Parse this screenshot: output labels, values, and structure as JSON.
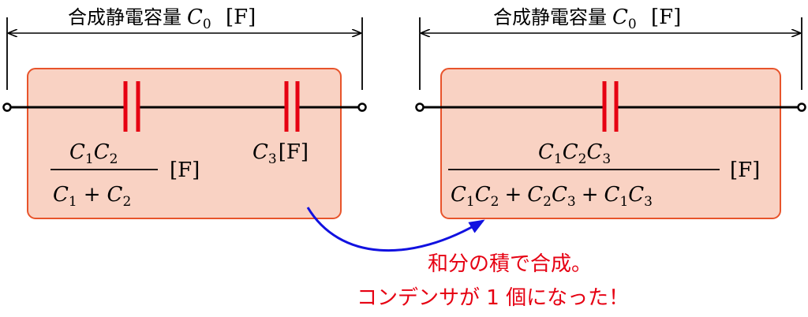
{
  "colors": {
    "box_fill": "#f9d2c3",
    "box_stroke": "#e8542b",
    "capacitor": "#e60012",
    "wire": "#000000",
    "arrow": "#1111e0",
    "caption": "#e60012"
  },
  "left": {
    "header": {
      "prefix": "合成静電容量",
      "symbol": "C",
      "sub": "0",
      "unit": "[F]"
    },
    "fraction": {
      "numerator": [
        {
          "s": "C",
          "sub": "1"
        },
        {
          "s": "C",
          "sub": "2"
        }
      ],
      "denominator": [
        {
          "s": "C",
          "sub": "1"
        },
        {
          "op": "+"
        },
        {
          "s": "C",
          "sub": "2"
        }
      ],
      "unit": "[F]"
    },
    "c3_label": {
      "symbol": "C",
      "sub": "3",
      "unit": "[F]"
    }
  },
  "right": {
    "header": {
      "prefix": "合成静電容量",
      "symbol": "C",
      "sub": "0",
      "unit": "[F]"
    },
    "fraction": {
      "numerator": [
        {
          "s": "C",
          "sub": "1"
        },
        {
          "s": "C",
          "sub": "2"
        },
        {
          "s": "C",
          "sub": "3"
        }
      ],
      "denominator": [
        {
          "s": "C",
          "sub": "1"
        },
        {
          "s": "C",
          "sub": "2"
        },
        {
          "op": "+"
        },
        {
          "s": "C",
          "sub": "2"
        },
        {
          "s": "C",
          "sub": "3"
        },
        {
          "op": "+"
        },
        {
          "s": "C",
          "sub": "1"
        },
        {
          "s": "C",
          "sub": "3"
        }
      ],
      "unit": "[F]"
    }
  },
  "caption": {
    "line1": "和分の積で合成。",
    "line2": "コンデンサが 1 個になった！"
  }
}
